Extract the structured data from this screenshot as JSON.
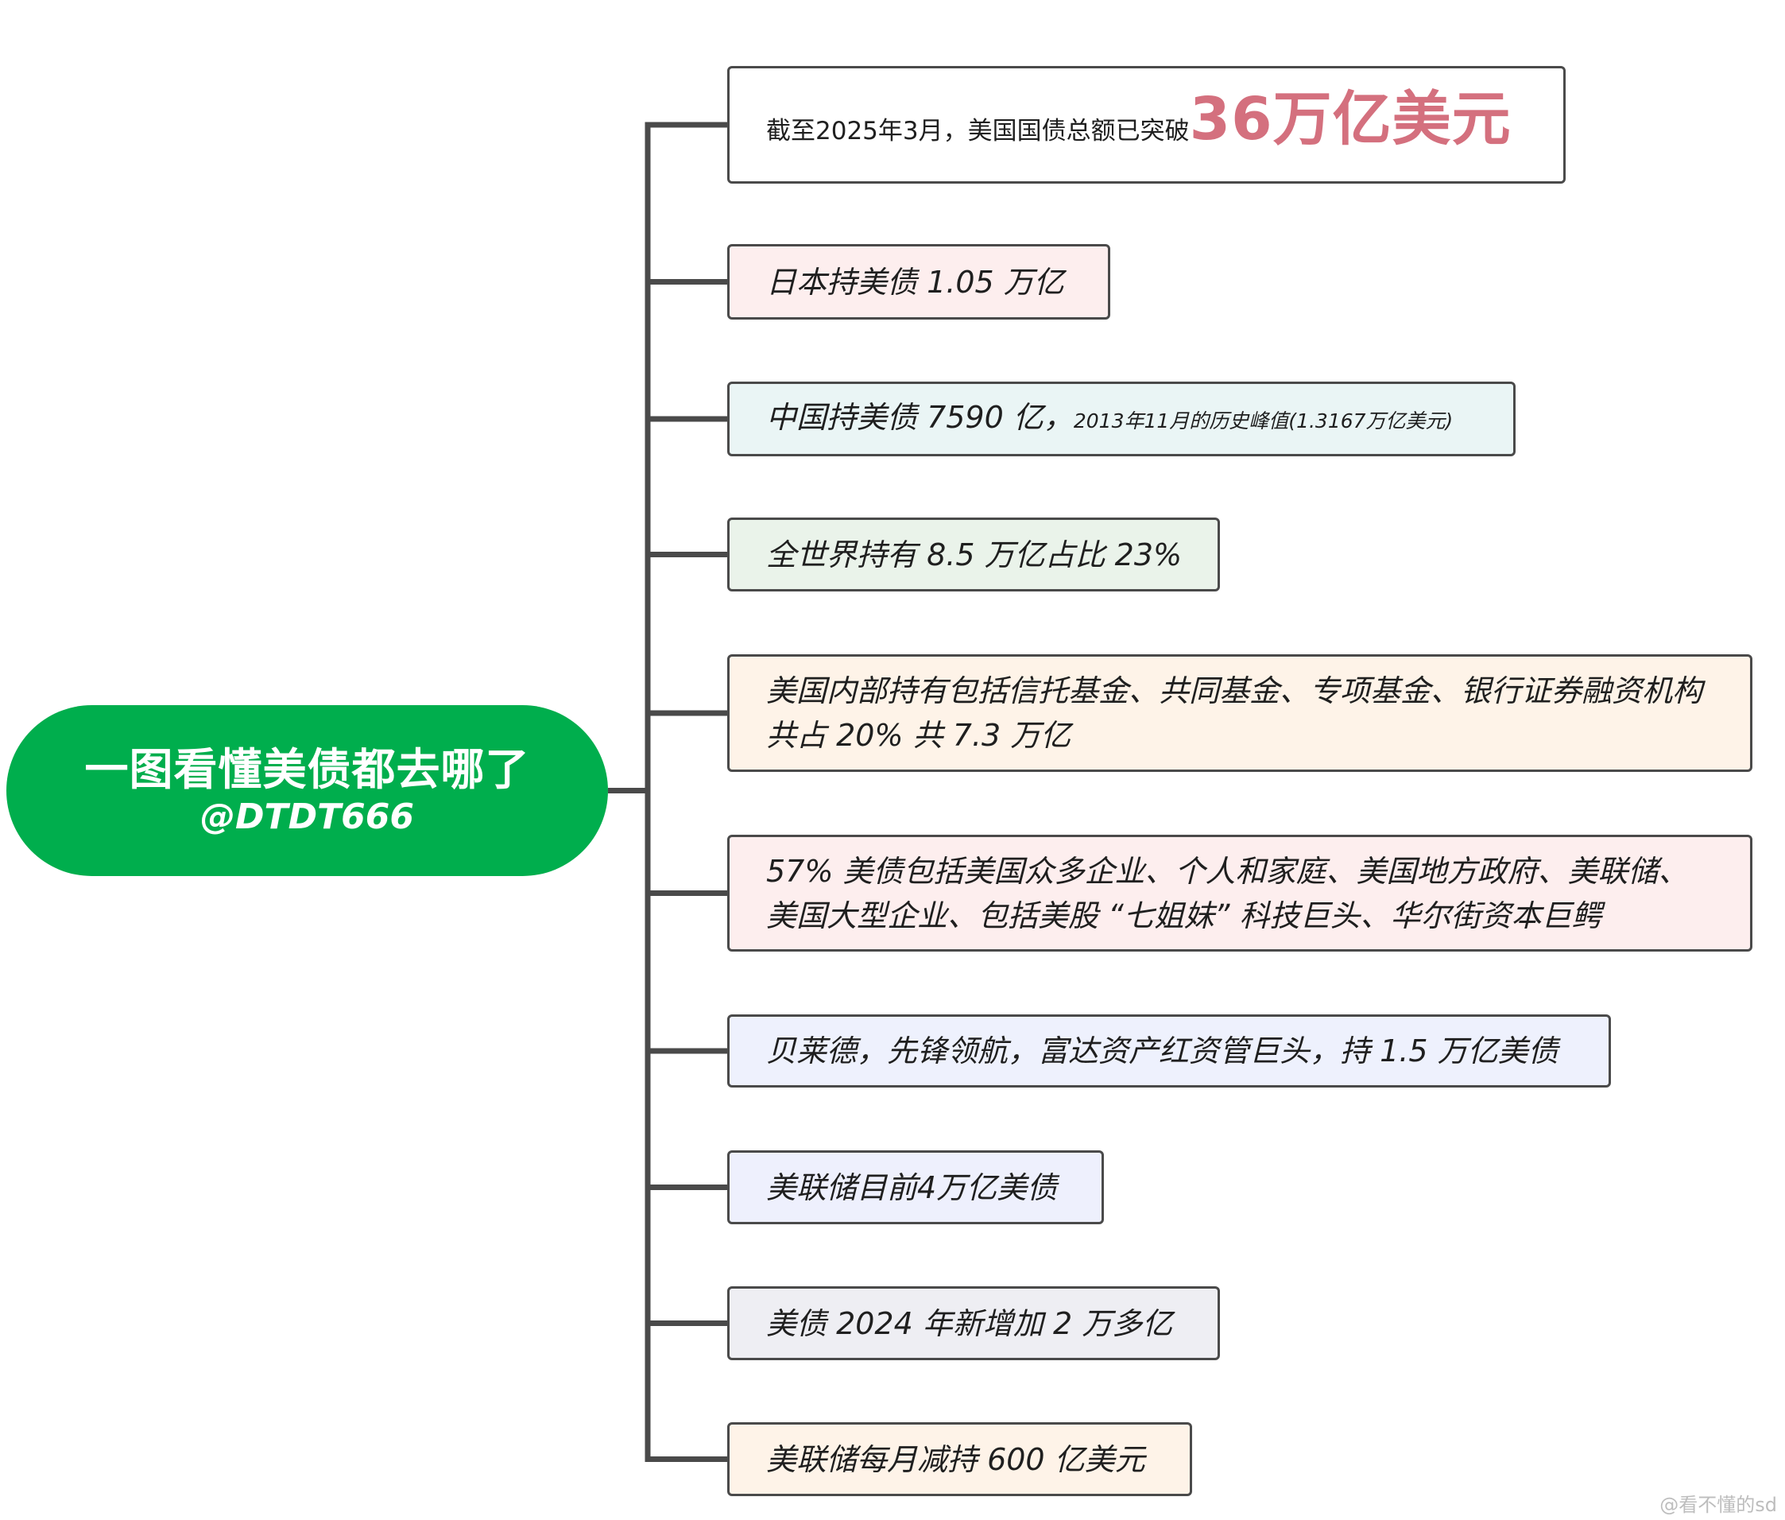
{
  "root": {
    "title": "一图看懂美债都去哪了",
    "handle": "@DTDT666",
    "color": "#00ae4d"
  },
  "nodes": [
    {
      "text": "截至2025年3月，美国国债总额已突破",
      "highlight": "36万亿美元",
      "highlight_color": "#d4707e",
      "bg": "#ffffff"
    },
    {
      "text": "日本持美债 1.05 万亿",
      "bg": "#fdeeee"
    },
    {
      "text": "中国持美债 7590 亿，",
      "note": "2013年11月的历史峰值(1.3167万亿美元)",
      "bg": "#eaf5f5"
    },
    {
      "text": "全世界持有 8.5 万亿占比 23%",
      "bg": "#eaf3ea"
    },
    {
      "text": "美国内部持有包括信托基金、共同基金、专项基金、银行证券融资机构共占 20% 共 7.3 万亿",
      "bg": "#fef3e8"
    },
    {
      "text": "57% 美债包括美国众多企业、个人和家庭、美国地方政府、美联储、美国大型企业、包括美股 “七姐妹” 科技巨头、华尔街资本巨鳄",
      "bg": "#fdeeee"
    },
    {
      "text": "贝莱德，先锋领航，富达资产红资管巨头，持 1.5 万亿美债",
      "bg": "#eef1fd"
    },
    {
      "text": "美联储目前4万亿美债",
      "bg": "#eef0fd"
    },
    {
      "text": "美债 2024 年新增加 2 万多亿",
      "bg": "#eeeef3"
    },
    {
      "text": "美联储每月减持 600 亿美元",
      "bg": "#fef3e8"
    }
  ],
  "connector_color": "#4a4a4a",
  "watermark": "@看不懂的sd"
}
